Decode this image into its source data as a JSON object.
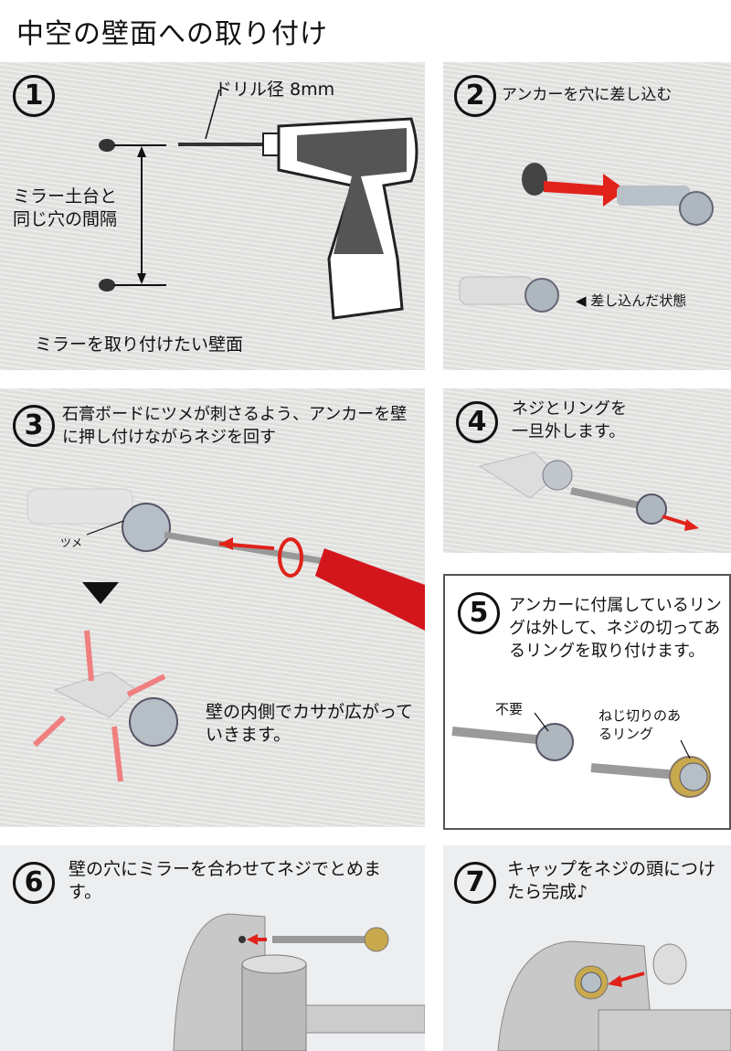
{
  "title": "中空の壁面への取り付け",
  "steps": [
    {
      "num": "1",
      "drill_label": "ドリル径 8mm",
      "spacing_label": "ミラー土台と同じ穴の間隔",
      "wall_label": "ミラーを取り付けたい壁面"
    },
    {
      "num": "2",
      "text": "アンカーを穴に差し込む",
      "inserted_label": "◀ 差し込んだ状態"
    },
    {
      "num": "3",
      "text": "石膏ボードにツメが刺さるよう、アンカーを壁に押し付けながらネジを回す",
      "claw_label": "ツメ",
      "spread_text": "壁の内側でカサが広がっていきます。"
    },
    {
      "num": "4",
      "text": "ネジとリングを一旦外します。"
    },
    {
      "num": "5",
      "text": "アンカーに付属しているリングは外して、ネジの切ってあるリングを取り付けます。",
      "unneeded_label": "不要",
      "threaded_ring_label": "ねじ切りのあるリング"
    },
    {
      "num": "6",
      "text": "壁の穴にミラーを合わせてネジでとめます。"
    },
    {
      "num": "7",
      "text": "キャップをネジの頭につけたら完成♪"
    }
  ]
}
